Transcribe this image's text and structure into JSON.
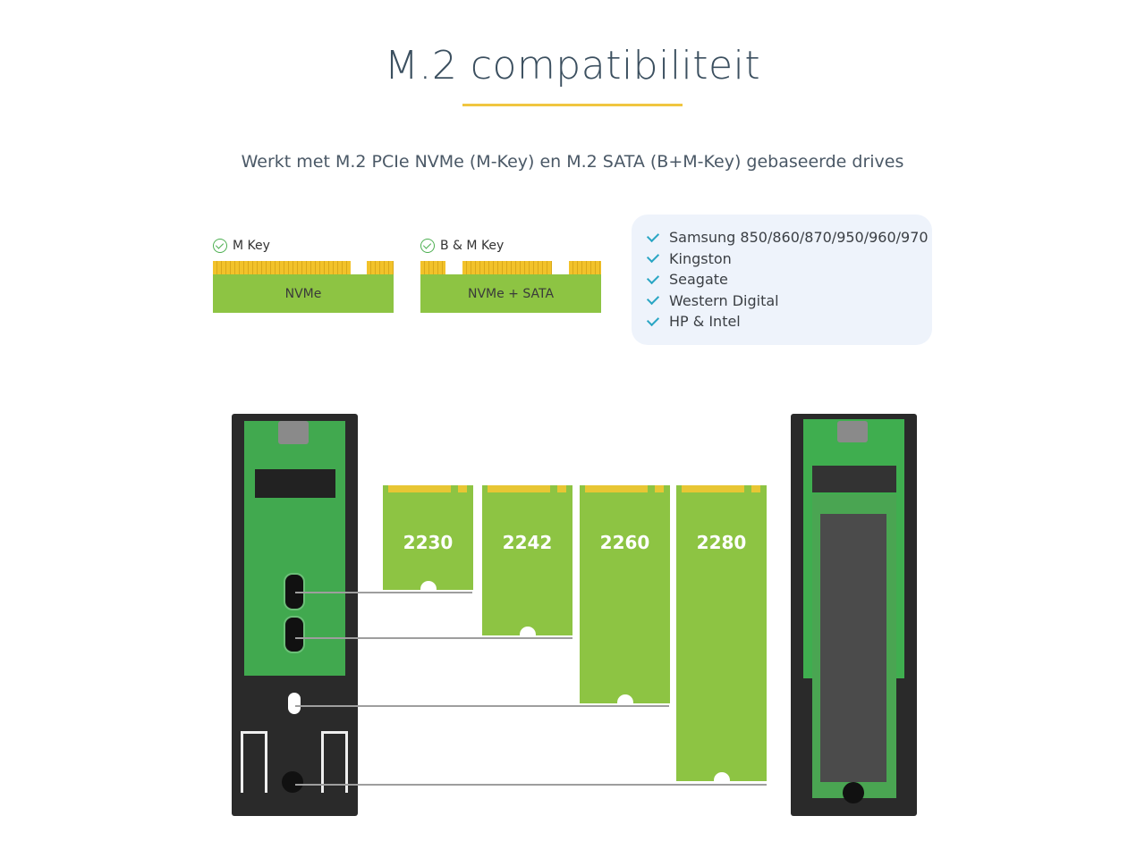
{
  "header": {
    "title": "M.2 compatibiliteit",
    "subtitle": "Werkt met M.2 PCIe NVMe (M-Key) en M.2 SATA (B+M-Key) gebaseerde drives"
  },
  "key_types": [
    {
      "label": "M Key",
      "board_text": "NVMe",
      "icon": "check-circle-icon"
    },
    {
      "label": "B & M Key",
      "board_text": "NVMe + SATA",
      "icon": "check-circle-icon"
    }
  ],
  "brands": {
    "icon": "checkmark-icon",
    "items": [
      "Samsung 850/860/870/950/960/970",
      "Kingston",
      "Seagate",
      "Western Digital",
      "HP & Intel"
    ]
  },
  "form_factors": [
    {
      "label": "2230"
    },
    {
      "label": "2242"
    },
    {
      "label": "2260"
    },
    {
      "label": "2280"
    }
  ],
  "colors": {
    "accent_underline": "#f0c640",
    "board_green": "#8dc443",
    "pin_gold": "#f2c22a",
    "check_green": "#4caf50",
    "check_teal": "#2aa6c4",
    "brand_box_bg": "#eef3fb"
  }
}
